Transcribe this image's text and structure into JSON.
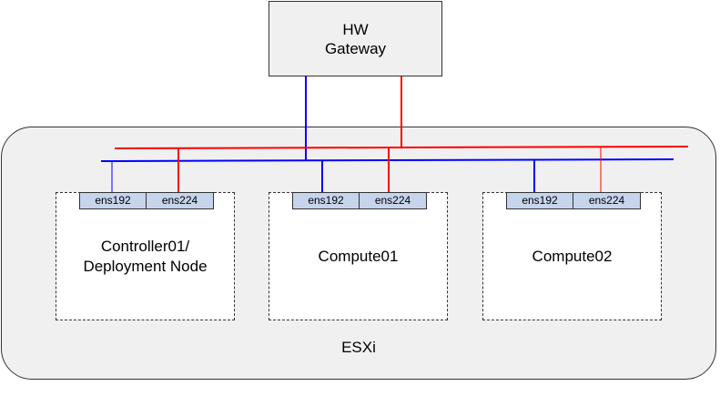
{
  "gateway": {
    "line1": "HW",
    "line2": "Gateway"
  },
  "host": {
    "label": "ESXi"
  },
  "nodes": [
    {
      "line1": "Controller01/",
      "line2": "Deployment Node",
      "nic1": "ens192",
      "nic2": "ens224"
    },
    {
      "line1": "Compute01",
      "line2": "",
      "nic1": "ens192",
      "nic2": "ens224"
    },
    {
      "line1": "Compute02",
      "line2": "",
      "nic1": "ens192",
      "nic2": "ens224"
    }
  ],
  "colors": {
    "network_a": "#0000ff",
    "network_b": "#ff0000",
    "nic_fill": "#c6d4ec",
    "box_fill": "#f0f0f0"
  }
}
